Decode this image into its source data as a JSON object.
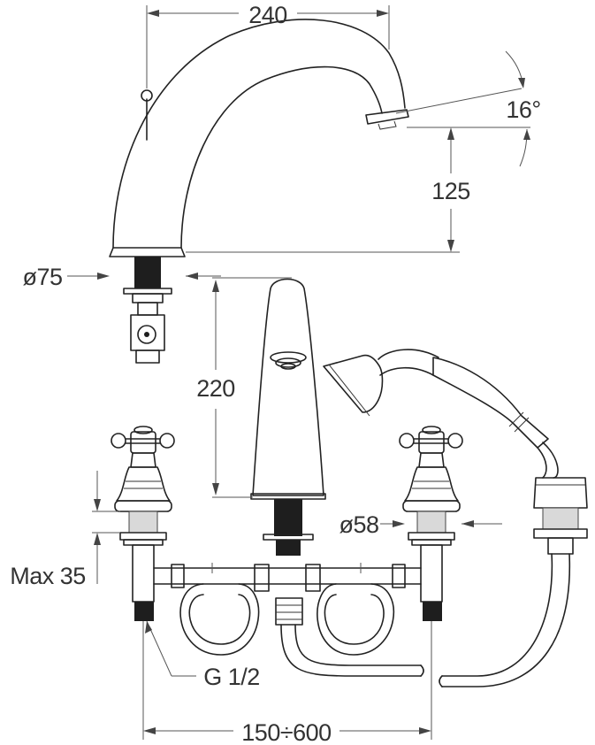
{
  "diagram": {
    "labels": {
      "spout_width": "240",
      "spout_angle": "16°",
      "spout_height": "125",
      "spout_base_diameter": "ø75",
      "mixer_height": "220",
      "handle_base_diameter": "ø58",
      "max_thickness": "Max 35",
      "thread_size": "G 1/2",
      "center_distance": "150÷600"
    }
  }
}
